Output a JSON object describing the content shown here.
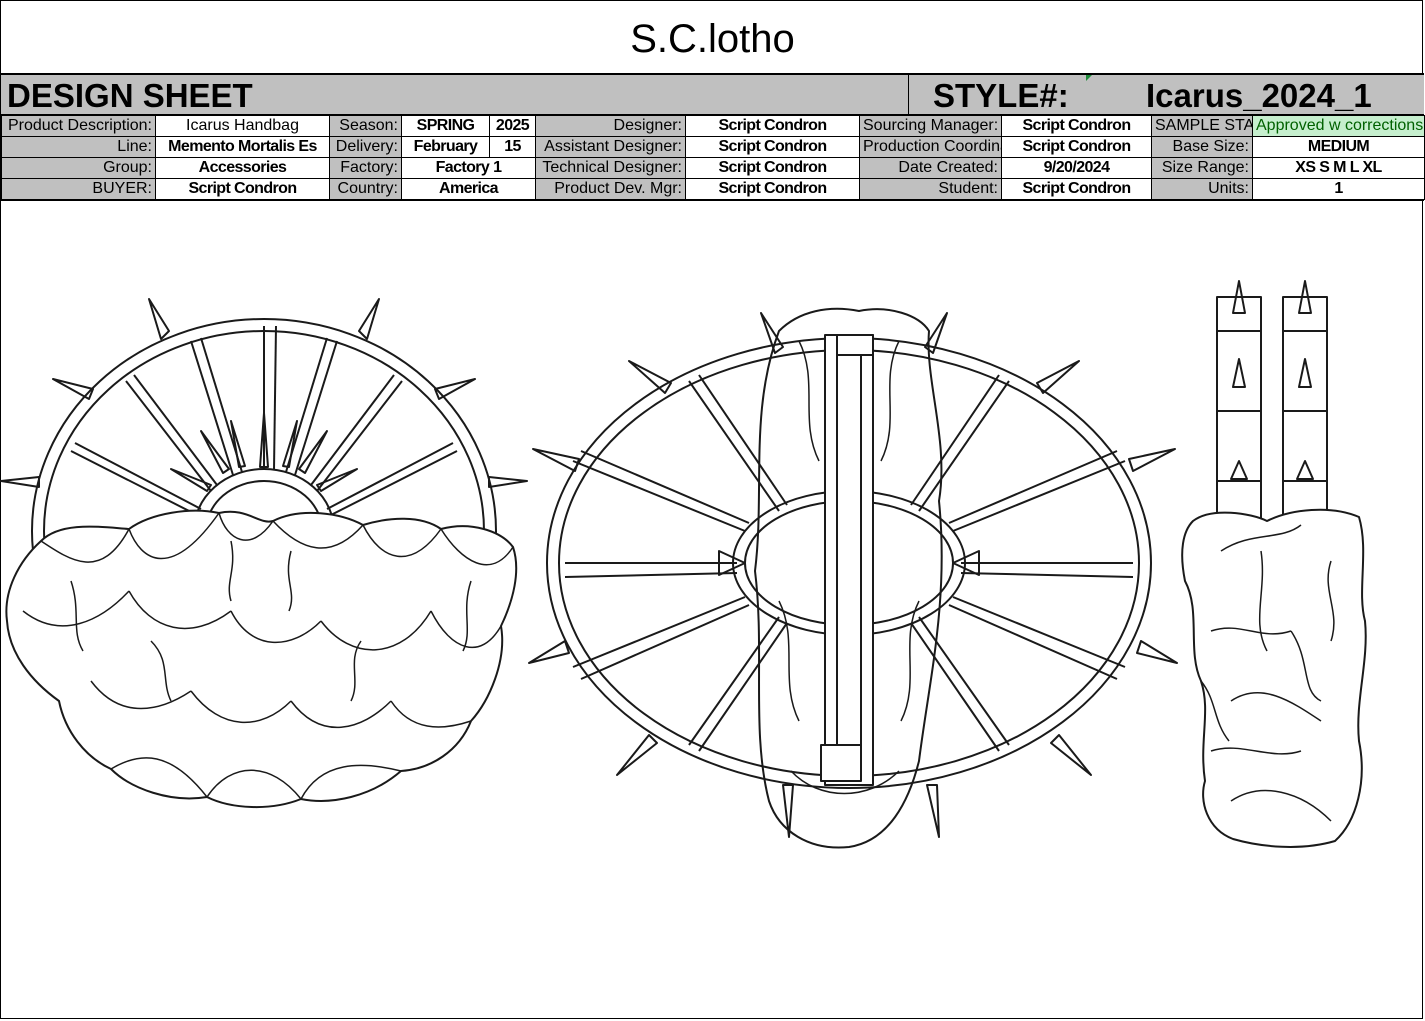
{
  "brand": "S.C.lotho",
  "header": {
    "title": "DESIGN SHEET",
    "style_label": "STYLE#:",
    "style_value": "Icarus_2024_1"
  },
  "fields": {
    "product_description": {
      "label": "Product Description:",
      "value": "Icarus Handbag"
    },
    "season": {
      "label": "Season:",
      "value": "SPRING",
      "year": "2025"
    },
    "designer": {
      "label": "Designer:",
      "value": "Script Condron"
    },
    "sourcing_manager": {
      "label": "Sourcing Manager:",
      "value": "Script Condron"
    },
    "sample_status": {
      "label": "SAMPLE STATUS:",
      "value": "Approved w corrections"
    },
    "line": {
      "label": "Line:",
      "value": "Memento Mortalis Es"
    },
    "delivery": {
      "label": "Delivery:",
      "value": "February",
      "day": "15"
    },
    "assistant_designer": {
      "label": "Assistant Designer:",
      "value": "Script Condron"
    },
    "production_coordinator": {
      "label": "Production Coordinator:",
      "value": "Script Condron"
    },
    "base_size": {
      "label": "Base Size:",
      "value": "MEDIUM"
    },
    "group": {
      "label": "Group:",
      "value": "Accessories"
    },
    "factory": {
      "label": "Factory:",
      "value": "Factory 1"
    },
    "technical_designer": {
      "label": "Technical Designer:",
      "value": "Script Condron"
    },
    "date_created": {
      "label": "Date Created:",
      "value": "9/20/2024"
    },
    "size_range": {
      "label": "Size Range:",
      "value": "XS S M L XL"
    },
    "buyer": {
      "label": "BUYER:",
      "value": "Script Condron"
    },
    "country": {
      "label": "Country:",
      "value": "America"
    },
    "product_dev_mgr": {
      "label": "Product Dev. Mgr:",
      "value": "Script Condron"
    },
    "student": {
      "label": "Student:",
      "value": "Script Condron"
    },
    "units": {
      "label": "Units:",
      "value": "1"
    }
  },
  "colors": {
    "header_gray": "#c0c0c0",
    "status_fill": "#c6efce",
    "status_text": "#006100"
  },
  "drawings": {
    "views": [
      "front-view",
      "top-view",
      "side-view"
    ]
  }
}
